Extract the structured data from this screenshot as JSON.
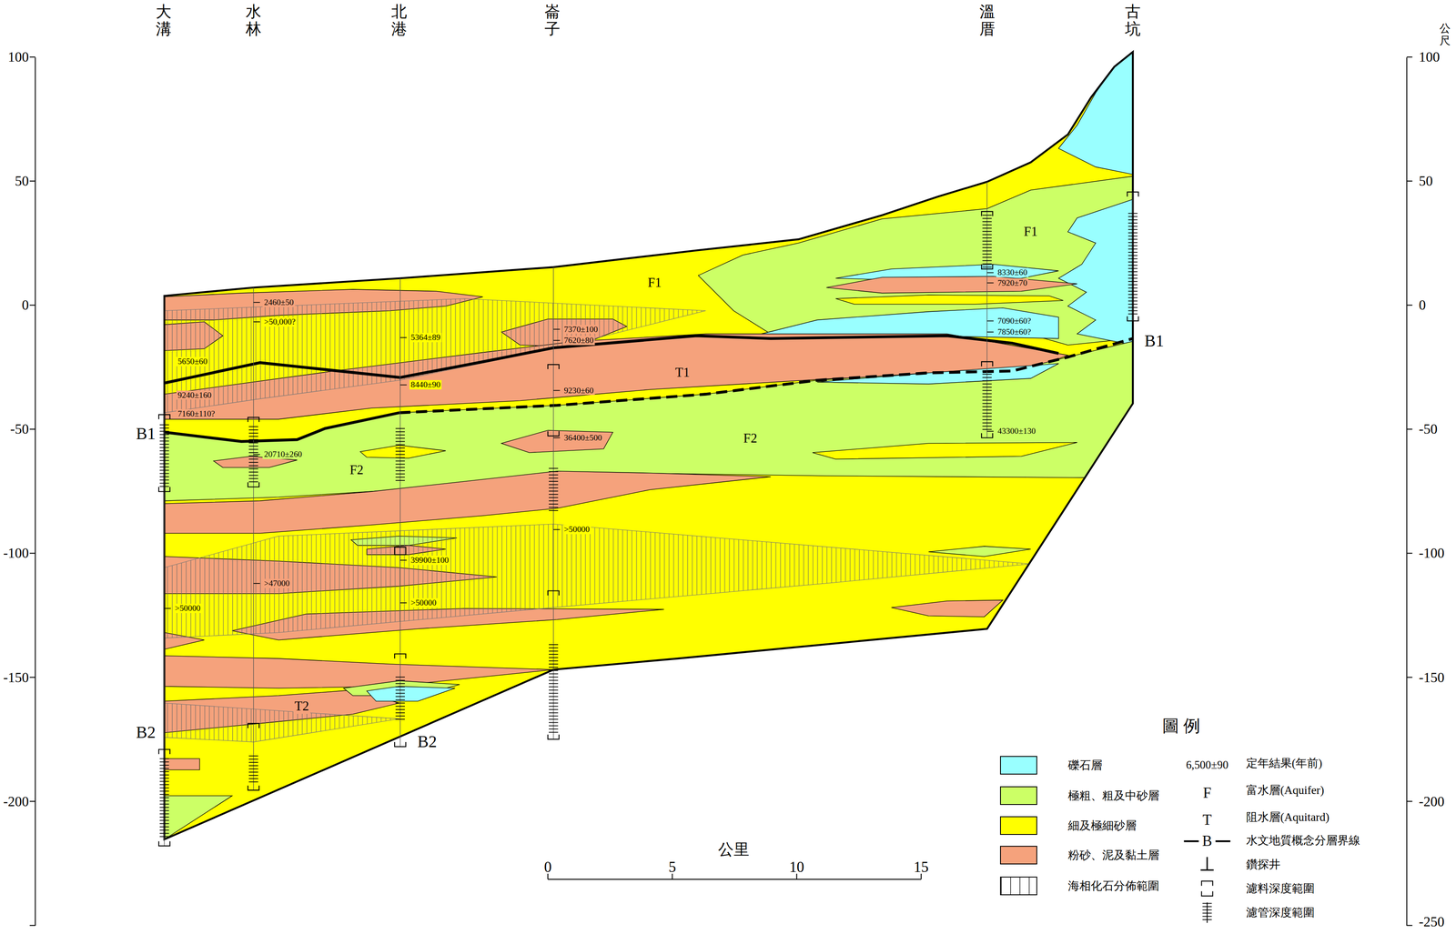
{
  "diagram": {
    "labels": [
      "大溝",
      "水林",
      "北港",
      "崙子",
      "溫厝",
      "古坑",
      "公尺",
      "100",
      "50",
      "0",
      "-50",
      "-100",
      "-150",
      "-200",
      "100",
      "50",
      "0",
      "-50",
      "-100",
      "-150",
      "-200",
      "-250",
      "公里",
      "0",
      "5",
      "10",
      "15",
      "F1",
      "F1",
      "T1",
      "F2",
      "F2",
      "T2",
      "B1",
      "B1",
      "B2",
      "B2",
      "2460±50",
      ">50,000?",
      "5650±60",
      "5364±89",
      "8440±90",
      "9240±160",
      "7160±110?",
      "20710±260",
      "7370±100",
      "7620±80",
      "9230±60",
      "36400±500",
      ">50000",
      "8330±60",
      "7920±70",
      "7090±60?",
      "7850±60?",
      "43300±130",
      "39900±100",
      ">47000",
      ">50000",
      ">50000",
      "圖 例",
      "6,500±90",
      "F",
      "T",
      "B"
    ],
    "legend": [
      {
        "text": "礫石層",
        "color": "#99ffff"
      },
      {
        "text": "極粗、粗及中砂層",
        "color": "#ccff66"
      },
      {
        "text": "細及極細砂層",
        "color": "#ffff00"
      },
      {
        "text": "粉砂、泥及黏土層",
        "color": "#f5a27c"
      },
      {
        "text": "海相化石分佈範圍"
      },
      {
        "text": "定年結果(年前)"
      },
      {
        "text": "富水層(Aquifer)"
      },
      {
        "text": "阻水層(Aquitard)"
      },
      {
        "text": "水文地質概念分層界線"
      },
      {
        "text": "鑽探井"
      },
      {
        "text": "濾料深度範圍"
      },
      {
        "text": "濾管深度範圍"
      }
    ]
  }
}
